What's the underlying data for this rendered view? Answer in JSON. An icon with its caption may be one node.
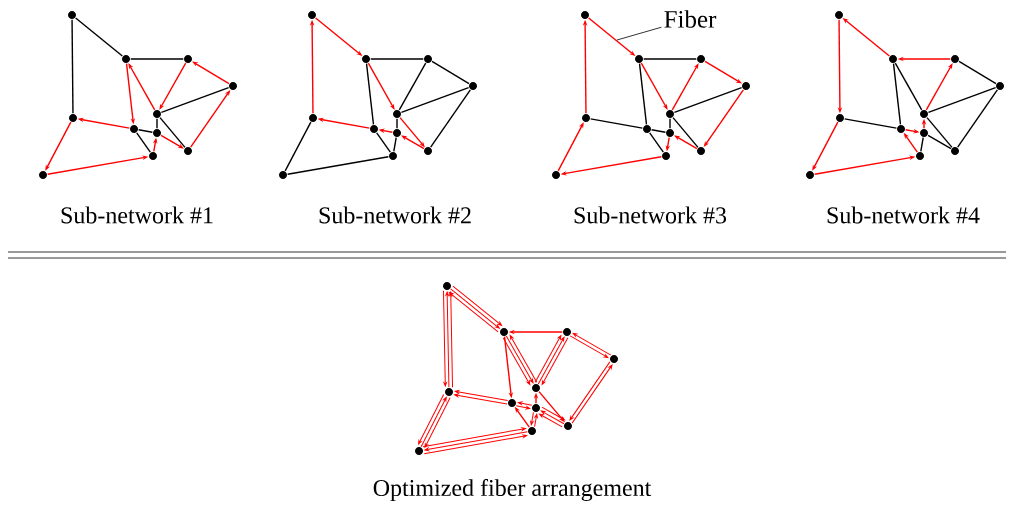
{
  "diagram": {
    "nodes": [
      {
        "text": [],
        "shape": "circle"
      },
      {
        "text": [],
        "shape": "circle"
      },
      {
        "text": [],
        "shape": "circle"
      },
      {
        "text": [],
        "shape": "circle"
      },
      {
        "text": [],
        "shape": "circle"
      },
      {
        "text": [],
        "shape": "circle"
      },
      {
        "text": [],
        "shape": "circle"
      },
      {
        "text": [],
        "shape": "circle"
      },
      {
        "text": [],
        "shape": "circle"
      },
      {
        "text": [],
        "shape": "circle"
      },
      {
        "text": [],
        "shape": "circle"
      },
      {
        "text": [],
        "shape": "circle"
      },
      {
        "text": [],
        "shape": "circle"
      },
      {
        "text": [],
        "shape": "circle"
      },
      {
        "text": [],
        "shape": "circle"
      },
      {
        "text": [],
        "shape": "circle"
      },
      {
        "text": [],
        "shape": "circle"
      },
      {
        "text": [],
        "shape": "circle"
      },
      {
        "text": [],
        "shape": "circle"
      },
      {
        "text": [],
        "shape": "circle"
      },
      {
        "text": [],
        "shape": "circle"
      },
      {
        "text": [],
        "shape": "circle"
      },
      {
        "text": [],
        "shape": "circle"
      },
      {
        "text": [],
        "shape": "circle"
      },
      {
        "text": [],
        "shape": "circle"
      },
      {
        "text": [],
        "shape": "circle"
      },
      {
        "text": [],
        "shape": "circle"
      },
      {
        "text": [],
        "shape": "circle"
      },
      {
        "text": [],
        "shape": "circle"
      },
      {
        "text": [],
        "shape": "circle"
      },
      {
        "text": [],
        "shape": "circle"
      },
      {
        "text": [],
        "shape": "circle"
      },
      {
        "text": [],
        "shape": "circle"
      },
      {
        "text": [],
        "shape": "circle"
      },
      {
        "text": [],
        "shape": "circle"
      },
      {
        "text": [],
        "shape": "circle"
      },
      {
        "text": [],
        "shape": "circle"
      },
      {
        "text": [],
        "shape": "circle"
      },
      {
        "text": [],
        "shape": "circle"
      },
      {
        "text": [],
        "shape": "circle"
      },
      {
        "text": [],
        "shape": "circle"
      },
      {
        "text": [],
        "shape": "circle"
      },
      {
        "text": [],
        "shape": "circle"
      },
      {
        "text": [],
        "shape": "circle"
      },
      {
        "text": [],
        "shape": "circle"
      },
      {
        "text": [],
        "shape": "circle"
      },
      {
        "text": [],
        "shape": "circle"
      },
      {
        "text": [],
        "shape": "circle"
      },
      {
        "text": [],
        "shape": "circle"
      },
      {
        "text": [],
        "shape": "circle"
      },
      {
        "text": [],
        "shape": "circle"
      },
      {
        "text": [],
        "shape": "circle"
      },
      {
        "text": [],
        "shape": "circle"
      },
      {
        "text": [],
        "shape": "circle"
      },
      {
        "text": [],
        "shape": "circle"
      },
      {
        "text": [
          "Fiber"
        ]
      }
    ],
    "edges": [
      {
        "from": 0,
        "to": 5,
        "arrow": "none",
        "color": "#000000"
      },
      {
        "from": 0,
        "to": 1,
        "arrow": "none",
        "color": "#000000"
      },
      {
        "from": 1,
        "to": 2,
        "arrow": "none",
        "color": "#000000"
      },
      {
        "from": 4,
        "to": 3,
        "arrow": "none",
        "color": "#000000"
      },
      {
        "from": 4,
        "to": 7,
        "arrow": "none",
        "color": "#000000"
      },
      {
        "from": 4,
        "to": 8,
        "arrow": "none",
        "color": "#000000"
      },
      {
        "from": 6,
        "to": 7,
        "arrow": "none",
        "color": "#000000"
      },
      {
        "from": 6,
        "to": 9,
        "arrow": "none",
        "color": "#000000"
      },
      {
        "from": 5,
        "to": 10,
        "arrow": "to"
      },
      {
        "from": 10,
        "to": 9,
        "arrow": "to"
      },
      {
        "from": 6,
        "to": 5,
        "arrow": "to"
      },
      {
        "from": 1,
        "to": 6,
        "arrow": "to"
      },
      {
        "from": 4,
        "to": 1,
        "arrow": "to"
      },
      {
        "from": 2,
        "to": 4,
        "arrow": "to"
      },
      {
        "from": 3,
        "to": 2,
        "arrow": "to"
      },
      {
        "from": 8,
        "to": 3,
        "arrow": "to"
      },
      {
        "from": 7,
        "to": 8,
        "arrow": "to"
      },
      {
        "from": 9,
        "to": 7,
        "arrow": "to"
      },
      {
        "from": 16,
        "to": 11,
        "arrow": "to"
      },
      {
        "from": 11,
        "to": 12,
        "arrow": "to"
      },
      {
        "from": 12,
        "to": 15,
        "arrow": "to"
      },
      {
        "from": 15,
        "to": 19,
        "arrow": "to"
      },
      {
        "from": 19,
        "to": 18,
        "arrow": "to"
      },
      {
        "from": 18,
        "to": 17,
        "arrow": "to"
      },
      {
        "from": 17,
        "to": 16,
        "arrow": "to"
      },
      {
        "from": 12,
        "to": 17,
        "arrow": "none",
        "color": "#000000"
      },
      {
        "from": 12,
        "to": 13,
        "arrow": "none",
        "color": "#000000"
      },
      {
        "from": 13,
        "to": 15,
        "arrow": "none",
        "color": "#000000"
      },
      {
        "from": 13,
        "to": 14,
        "arrow": "none",
        "color": "#000000"
      },
      {
        "from": 15,
        "to": 14,
        "arrow": "none",
        "color": "#000000"
      },
      {
        "from": 14,
        "to": 19,
        "arrow": "none",
        "color": "#000000"
      },
      {
        "from": 15,
        "to": 18,
        "arrow": "none",
        "color": "#000000"
      },
      {
        "from": 17,
        "to": 20,
        "arrow": "none",
        "color": "#000000"
      },
      {
        "from": 18,
        "to": 20,
        "arrow": "none",
        "color": "#000000"
      },
      {
        "from": 20,
        "to": 21,
        "arrow": "none",
        "color": "#000000"
      },
      {
        "from": 21,
        "to": 16,
        "arrow": "none",
        "color": "#000000"
      },
      {
        "from": 27,
        "to": 22,
        "arrow": "to"
      },
      {
        "from": 22,
        "to": 23,
        "arrow": "to"
      },
      {
        "from": 23,
        "to": 26,
        "arrow": "to"
      },
      {
        "from": 26,
        "to": 24,
        "arrow": "to"
      },
      {
        "from": 24,
        "to": 25,
        "arrow": "to"
      },
      {
        "from": 25,
        "to": 30,
        "arrow": "to"
      },
      {
        "from": 30,
        "to": 29,
        "arrow": "to"
      },
      {
        "from": 29,
        "to": 31,
        "arrow": "to"
      },
      {
        "from": 31,
        "to": 32,
        "arrow": "to"
      },
      {
        "from": 32,
        "to": 27,
        "arrow": "to"
      },
      {
        "from": 23,
        "to": 24,
        "arrow": "none",
        "color": "#000000"
      },
      {
        "from": 23,
        "to": 28,
        "arrow": "none",
        "color": "#000000"
      },
      {
        "from": 26,
        "to": 25,
        "arrow": "none",
        "color": "#000000"
      },
      {
        "from": 26,
        "to": 29,
        "arrow": "none",
        "color": "#000000"
      },
      {
        "from": 26,
        "to": 30,
        "arrow": "none",
        "color": "#000000"
      },
      {
        "from": 27,
        "to": 28,
        "arrow": "none",
        "color": "#000000"
      },
      {
        "from": 28,
        "to": 29,
        "arrow": "none",
        "color": "#000000"
      },
      {
        "from": 28,
        "to": 31,
        "arrow": "none",
        "color": "#000000"
      },
      {
        "from": 34,
        "to": 33,
        "arrow": "to"
      },
      {
        "from": 33,
        "to": 38,
        "arrow": "to"
      },
      {
        "from": 38,
        "to": 43,
        "arrow": "to"
      },
      {
        "from": 43,
        "to": 42,
        "arrow": "to"
      },
      {
        "from": 42,
        "to": 39,
        "arrow": "to"
      },
      {
        "from": 39,
        "to": 40,
        "arrow": "to"
      },
      {
        "from": 40,
        "to": 37,
        "arrow": "to"
      },
      {
        "from": 37,
        "to": 35,
        "arrow": "to"
      },
      {
        "from": 35,
        "to": 34,
        "arrow": "to"
      },
      {
        "from": 34,
        "to": 39,
        "arrow": "none",
        "color": "#000000"
      },
      {
        "from": 34,
        "to": 37,
        "arrow": "none",
        "color": "#000000"
      },
      {
        "from": 35,
        "to": 36,
        "arrow": "none",
        "color": "#000000"
      },
      {
        "from": 37,
        "to": 36,
        "arrow": "none",
        "color": "#000000"
      },
      {
        "from": 36,
        "to": 41,
        "arrow": "none",
        "color": "#000000"
      },
      {
        "from": 37,
        "to": 41,
        "arrow": "none",
        "color": "#000000"
      },
      {
        "from": 38,
        "to": 39,
        "arrow": "none",
        "color": "#000000"
      },
      {
        "from": 40,
        "to": 42,
        "arrow": "none",
        "color": "#000000"
      },
      {
        "from": 40,
        "to": 41,
        "arrow": "none",
        "color": "#000000"
      },
      {
        "from": 49,
        "to": 54,
        "arrow": "to"
      },
      {
        "from": 54,
        "to": 53,
        "arrow": "to"
      },
      {
        "from": 50,
        "to": 49,
        "arrow": "to"
      },
      {
        "from": 45,
        "to": 50,
        "arrow": "to"
      },
      {
        "from": 48,
        "to": 45,
        "arrow": "to"
      },
      {
        "from": 46,
        "to": 48,
        "arrow": "to"
      },
      {
        "from": 47,
        "to": 46,
        "arrow": "to"
      },
      {
        "from": 52,
        "to": 47,
        "arrow": "to"
      },
      {
        "from": 51,
        "to": 52,
        "arrow": "to"
      },
      {
        "from": 53,
        "to": 51,
        "arrow": "to"
      },
      {
        "from": 49,
        "to": 44,
        "arrow": "to"
      },
      {
        "from": 44,
        "to": 45,
        "arrow": "to"
      },
      {
        "from": 45,
        "to": 48,
        "arrow": "to"
      },
      {
        "from": 48,
        "to": 52,
        "arrow": "to"
      },
      {
        "from": 52,
        "to": 51,
        "arrow": "to"
      },
      {
        "from": 51,
        "to": 50,
        "arrow": "to"
      },
      {
        "from": 50,
        "to": 49,
        "arrow": "to"
      },
      {
        "from": 49,
        "to": 44,
        "arrow": "to"
      },
      {
        "from": 44,
        "to": 45,
        "arrow": "to"
      },
      {
        "from": 45,
        "to": 48,
        "arrow": "to"
      },
      {
        "from": 48,
        "to": 46,
        "arrow": "to"
      },
      {
        "from": 46,
        "to": 47,
        "arrow": "to"
      },
      {
        "from": 47,
        "to": 52,
        "arrow": "to"
      },
      {
        "from": 52,
        "to": 51,
        "arrow": "to"
      },
      {
        "from": 51,
        "to": 53,
        "arrow": "to"
      },
      {
        "from": 53,
        "to": 54,
        "arrow": "to"
      },
      {
        "from": 54,
        "to": 49,
        "arrow": "to"
      },
      {
        "from": 45,
        "to": 44,
        "arrow": "to"
      },
      {
        "from": 44,
        "to": 49,
        "arrow": "to"
      },
      {
        "from": 49,
        "to": 54,
        "arrow": "to"
      },
      {
        "from": 54,
        "to": 53,
        "arrow": "to"
      },
      {
        "from": 53,
        "to": 50,
        "arrow": "to"
      },
      {
        "from": 50,
        "to": 51,
        "arrow": "to"
      },
      {
        "from": 51,
        "to": 48,
        "arrow": "to"
      },
      {
        "from": 48,
        "to": 46,
        "arrow": "to"
      },
      {
        "from": 46,
        "to": 45,
        "arrow": "to"
      },
      {
        "from": 55,
        "to": null,
        "arrow": "none",
        "color": "#000000"
      }
    ],
    "labels": [
      "Sub-network #1",
      "Sub-network #2",
      "Sub-network #3",
      "Sub-network #4",
      "Optimized fiber arrangement"
    ]
  }
}
